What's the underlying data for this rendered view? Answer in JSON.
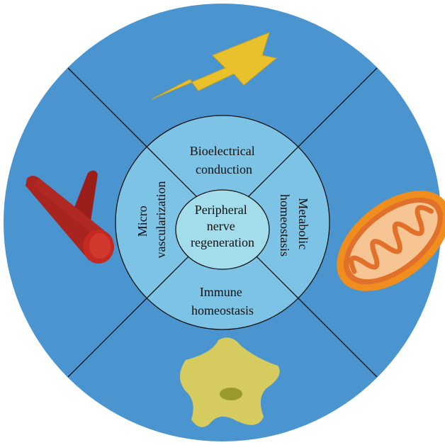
{
  "diagram": {
    "center": {
      "lines": [
        "Peripheral",
        "nerve",
        "regeneration"
      ]
    },
    "segments": {
      "top": {
        "lines": [
          "Bioelectrical",
          "conduction"
        ]
      },
      "right": {
        "lines": [
          "Metabolic",
          "homeostasis"
        ]
      },
      "bottom": {
        "lines": [
          "Immune",
          "homeostasis"
        ]
      },
      "left": {
        "lines": [
          "Micro",
          "vascularization"
        ]
      }
    },
    "icons": {
      "top": "lightning-bolt-icon",
      "right": "mitochondrion-icon",
      "bottom": "immune-cell-icon",
      "left": "blood-vessel-icon"
    },
    "colors": {
      "outer_disc": "#4a95cf",
      "middle_ring": "#7dc3e6",
      "center_ellipse": "#a3dceb",
      "bolt": "#e8c12c",
      "vessel": "#a8241f",
      "mitochondrion_outer": "#ef8d1e",
      "cell": "#d6cb5e"
    }
  }
}
